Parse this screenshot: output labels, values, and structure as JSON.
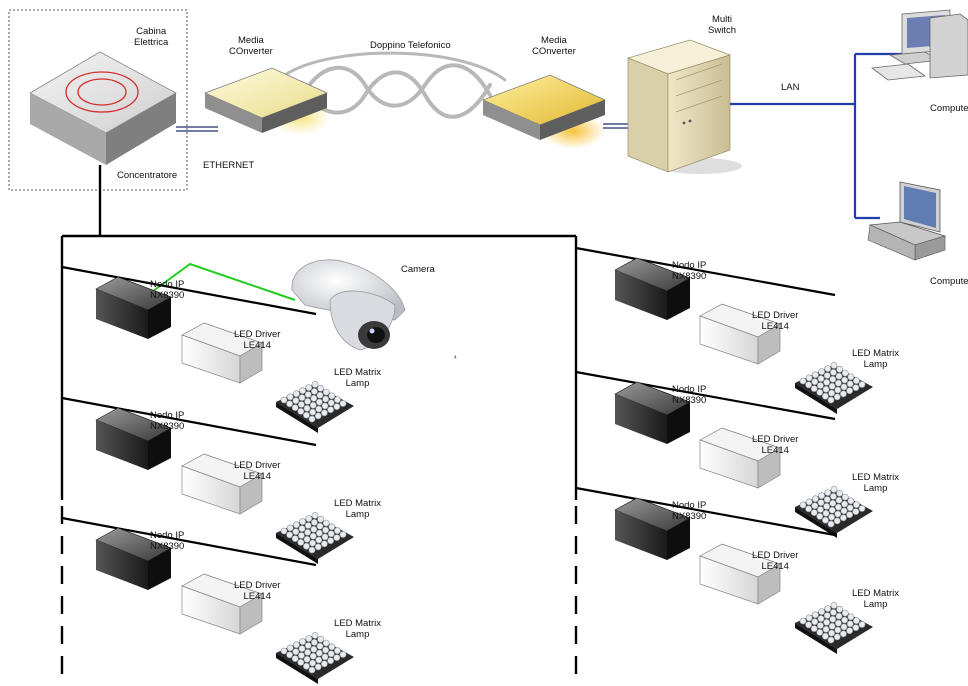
{
  "cabinet": {
    "title_line1": "Cabina",
    "title_line2": "Elettrica",
    "hub_label": "Concentratore"
  },
  "link": {
    "converter_left_line1": "Media",
    "converter_left_line2": "COnverter",
    "converter_right_line1": "Media",
    "converter_right_line2": "COnverter",
    "twisted_pair": "Doppino Telefonico",
    "ethernet": "ETHERNET"
  },
  "switch": {
    "line1": "Multi",
    "line2": "Switch"
  },
  "lan": {
    "label": "LAN",
    "computer_top": "Compute",
    "computer_bottom": "Compute"
  },
  "camera": {
    "label": "Camera"
  },
  "stray_mark": "⸤",
  "branch_left": [
    {
      "node_line1": "Nodo IP",
      "node_line2": "NX8390",
      "driver_line1": "LED Driver",
      "driver_line2": "LE414",
      "lamp_line1": "LED Matrix",
      "lamp_line2": "Lamp"
    },
    {
      "node_line1": "Nodo IP",
      "node_line2": "NX8390",
      "driver_line1": "LED Driver",
      "driver_line2": "LE414",
      "lamp_line1": "LED Matrix",
      "lamp_line2": "Lamp"
    },
    {
      "node_line1": "Nodo IP",
      "node_line2": "NX8390",
      "driver_line1": "LED Driver",
      "driver_line2": "LE414",
      "lamp_line1": "LED Matrix",
      "lamp_line2": "Lamp"
    }
  ],
  "branch_right": [
    {
      "node_line1": "Nodo IP",
      "node_line2": "NX8390",
      "driver_line1": "LED Driver",
      "driver_line2": "LE414",
      "lamp_line1": "LED Matrix",
      "lamp_line2": "Lamp"
    },
    {
      "node_line1": "Nodo IP",
      "node_line2": "NX8390",
      "driver_line1": "LED Driver",
      "driver_line2": "LE414",
      "lamp_line1": "LED Matrix",
      "lamp_line2": "Lamp"
    },
    {
      "node_line1": "Nodo IP",
      "node_line2": "NX8390",
      "driver_line1": "LED Driver",
      "driver_line2": "LE414",
      "lamp_line1": "LED Matrix",
      "lamp_line2": "Lamp"
    }
  ],
  "colors": {
    "bus": "#000000",
    "lan_cable": "#1f3fa8",
    "camera_link": "#22cc22",
    "cabinet_ring": "#d43030",
    "converter_glow": "#f0c030",
    "twisted_pair": "#b8b8b8"
  }
}
